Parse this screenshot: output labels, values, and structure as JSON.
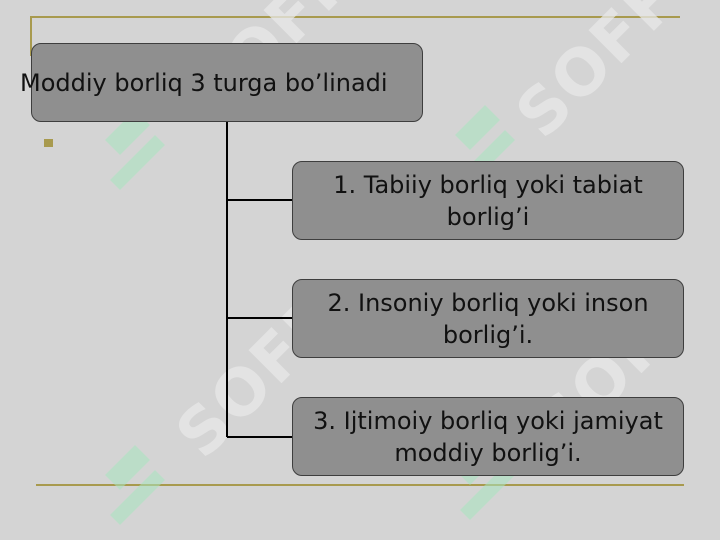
{
  "diagram": {
    "root": "Moddiy borliq 3 turga bo’linadi",
    "children": [
      "1. Tabiiy borliq yoki tabiat borlig’i",
      "2. Insoniy borliq yoki inson borlig’i.",
      "3. Ijtimoiy borliq yoki jamiyat moddiy borlig’i."
    ]
  },
  "watermark": {
    "text": "SOFF",
    "color": "#e9e9e9",
    "logo_color": "#a8e6c0"
  },
  "colors": {
    "background": "#d4d4d4",
    "box_fill": "#8f8f8f",
    "rule": "#a89a4e"
  }
}
